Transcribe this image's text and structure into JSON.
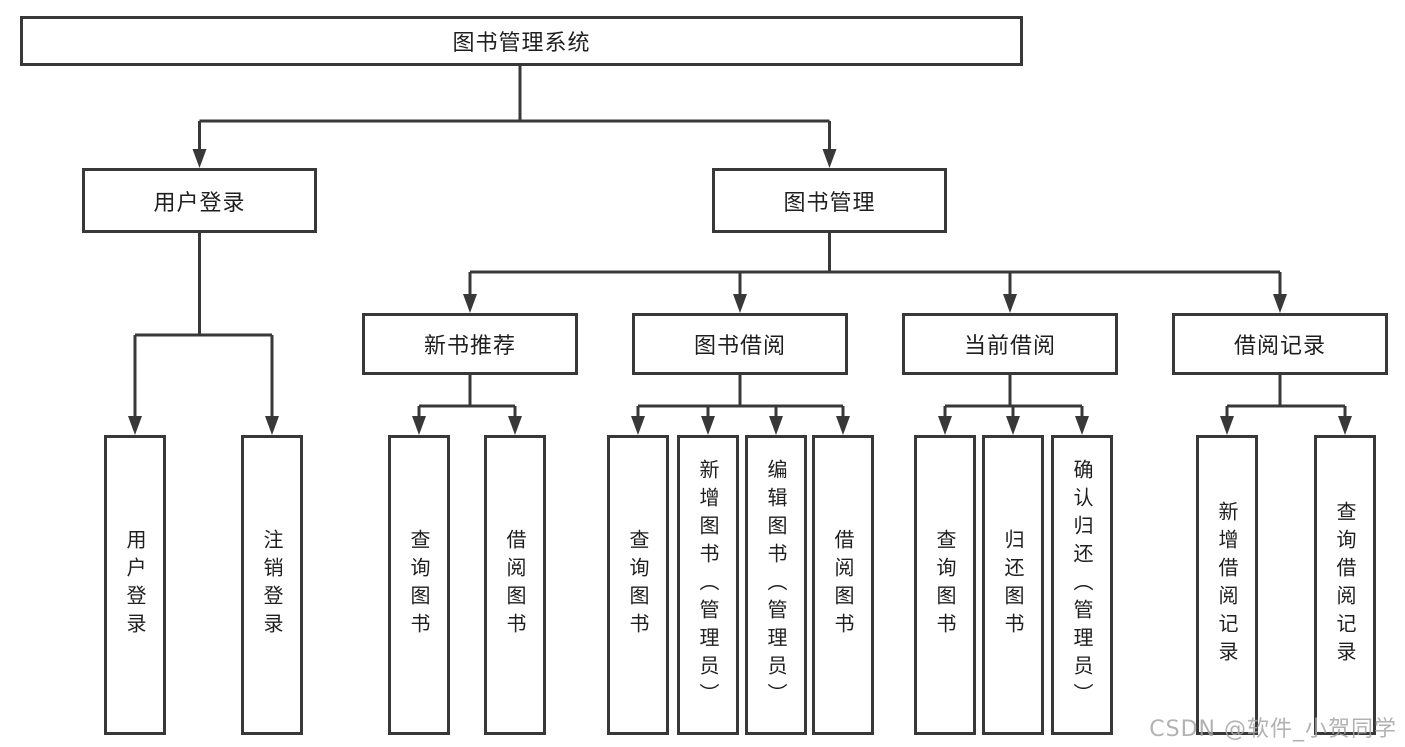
{
  "colors": {
    "line": "#383838",
    "box_border": "#383838",
    "text": "#1f1f1f",
    "background": "#ffffff",
    "watermark": "#a5a5a5"
  },
  "watermark": "CSDN @软件_小贺同学",
  "tree": {
    "label": "图书管理系统",
    "children": [
      {
        "label": "用户登录",
        "children": [
          {
            "label": "用户登录"
          },
          {
            "label": "注销登录"
          }
        ]
      },
      {
        "label": "图书管理",
        "children": [
          {
            "label": "新书推荐",
            "children": [
              {
                "label": "查询图书"
              },
              {
                "label": "借阅图书"
              }
            ]
          },
          {
            "label": "图书借阅",
            "children": [
              {
                "label": "查询图书"
              },
              {
                "label": "新增图书（管理员）"
              },
              {
                "label": "编辑图书（管理员）"
              },
              {
                "label": "借阅图书"
              }
            ]
          },
          {
            "label": "当前借阅",
            "children": [
              {
                "label": "查询图书"
              },
              {
                "label": "归还图书"
              },
              {
                "label": "确认归还（管理员）"
              }
            ]
          },
          {
            "label": "借阅记录",
            "children": [
              {
                "label": "新增借阅记录"
              },
              {
                "label": "查询借阅记录"
              }
            ]
          }
        ]
      }
    ]
  }
}
